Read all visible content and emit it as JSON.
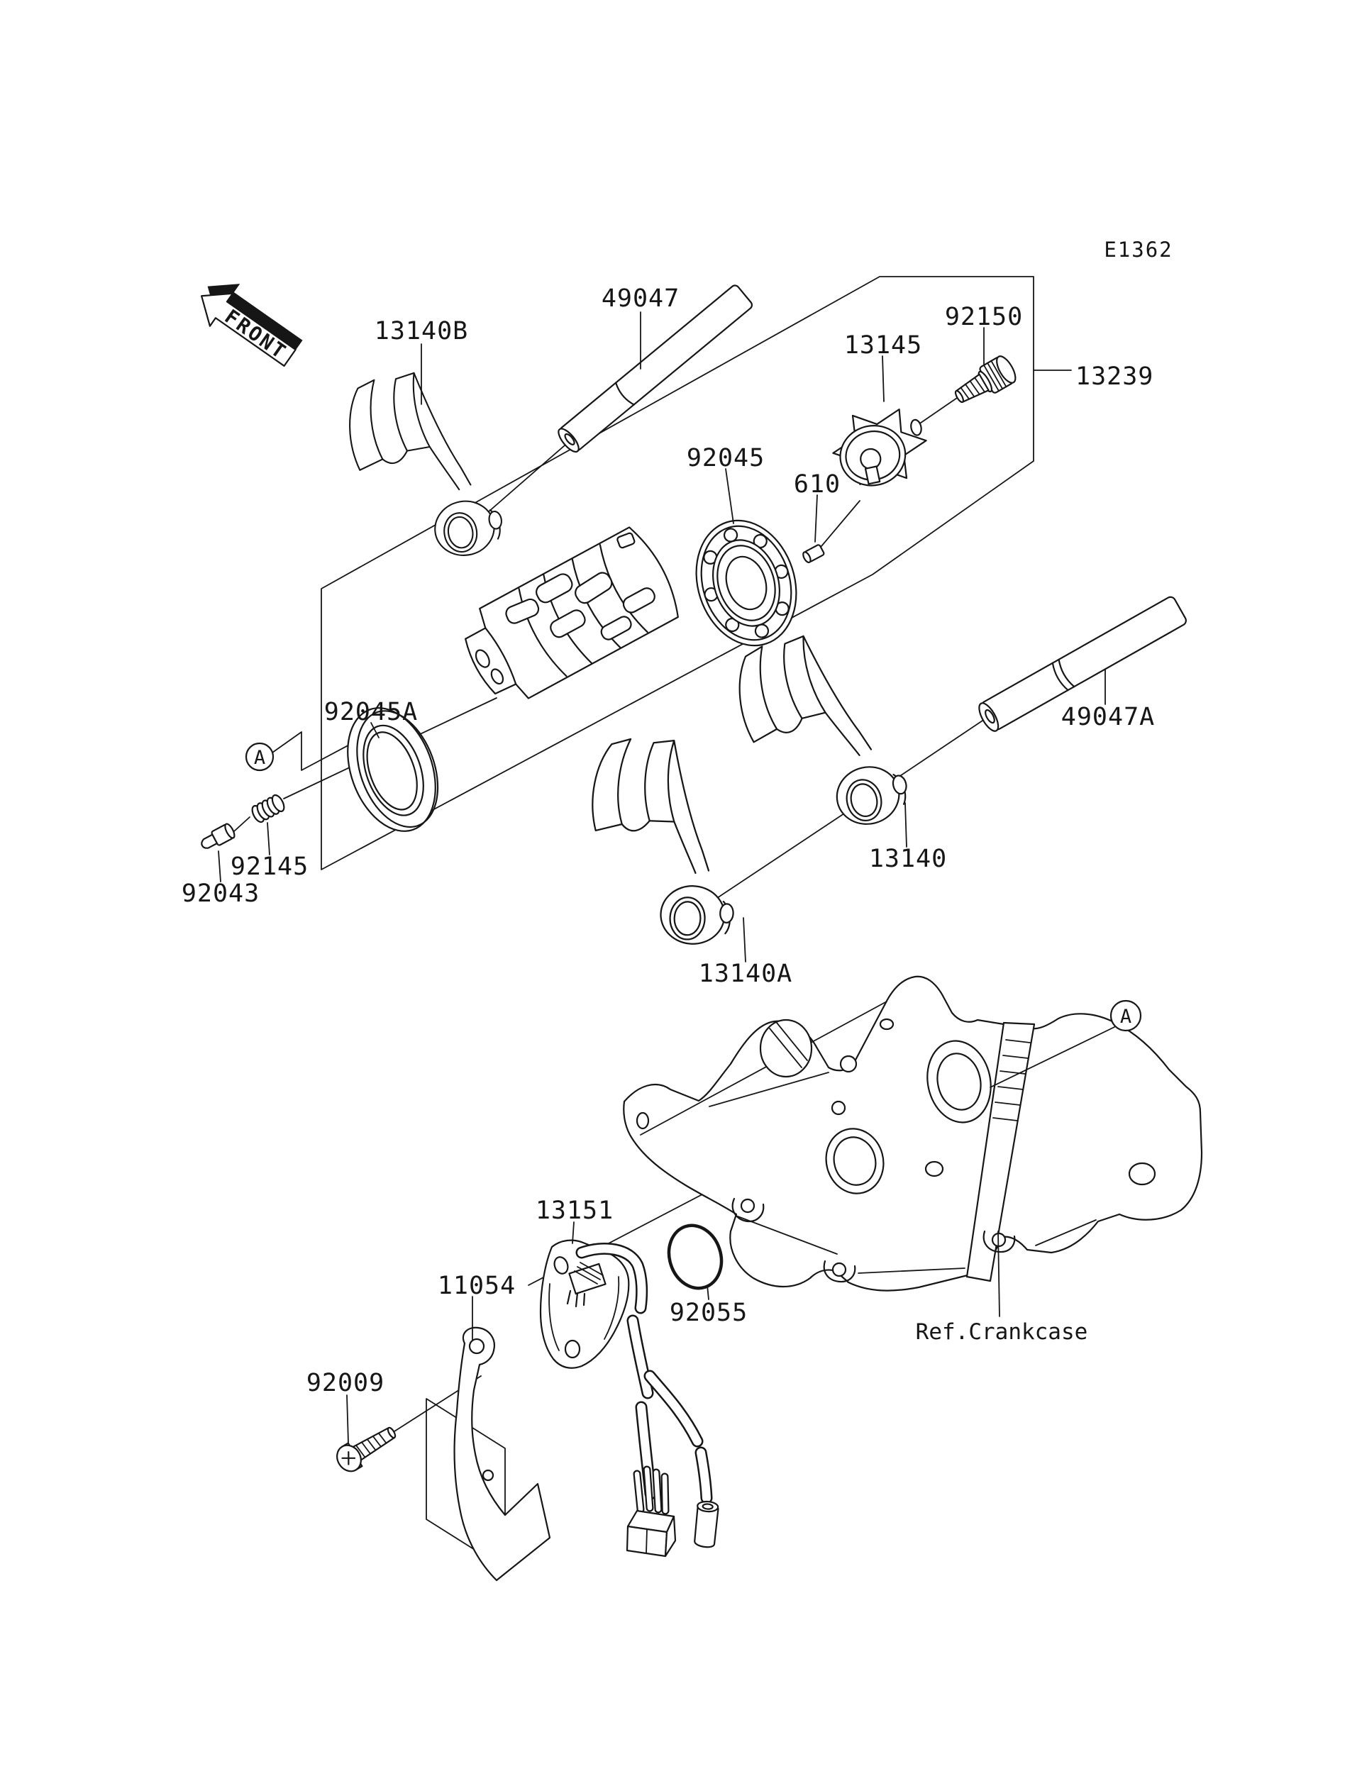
{
  "diagram": {
    "code": "E1362",
    "front_marker": "FRONT",
    "detail_marker": "A",
    "crankcase_ref": "Ref.Crankcase"
  },
  "parts": {
    "13140B": "13140B",
    "49047": "49047",
    "92150": "92150",
    "13145": "13145",
    "13239": "13239",
    "92045": "92045",
    "610": "610",
    "92045A": "92045A",
    "49047A": "49047A",
    "13140": "13140",
    "92145": "92145",
    "92043": "92043",
    "13140A": "13140A",
    "13151": "13151",
    "11054": "11054",
    "92009": "92009",
    "92055": "92055"
  }
}
